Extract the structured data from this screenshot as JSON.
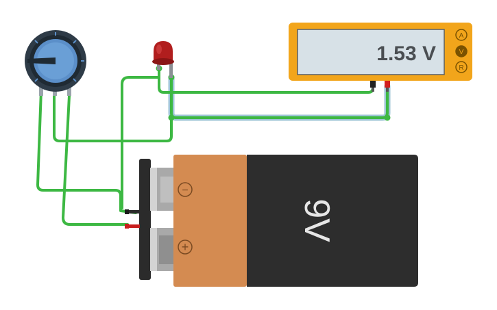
{
  "multimeter": {
    "reading": "1.53 V",
    "modes": [
      {
        "label": "A",
        "active": false
      },
      {
        "label": "V",
        "active": true
      },
      {
        "label": "R",
        "active": false
      }
    ]
  },
  "battery": {
    "label": "9V",
    "terminal_negative": "−",
    "terminal_positive": "+"
  },
  "colors": {
    "wire": "#3db843",
    "wire_selected_outline": "#9fc6d6",
    "multimeter_frame": "#f2a51b",
    "multimeter_screen": "#d7e1e7",
    "pot_knob": "#5b8fc9",
    "pot_body": "#2e3b47",
    "led": "#b11e1e",
    "battery_wrap": "#d48b51",
    "battery_body": "#2d2d2d"
  },
  "icons": [
    "potentiometer-icon",
    "led-icon",
    "multimeter-icon",
    "battery-9v-icon"
  ]
}
